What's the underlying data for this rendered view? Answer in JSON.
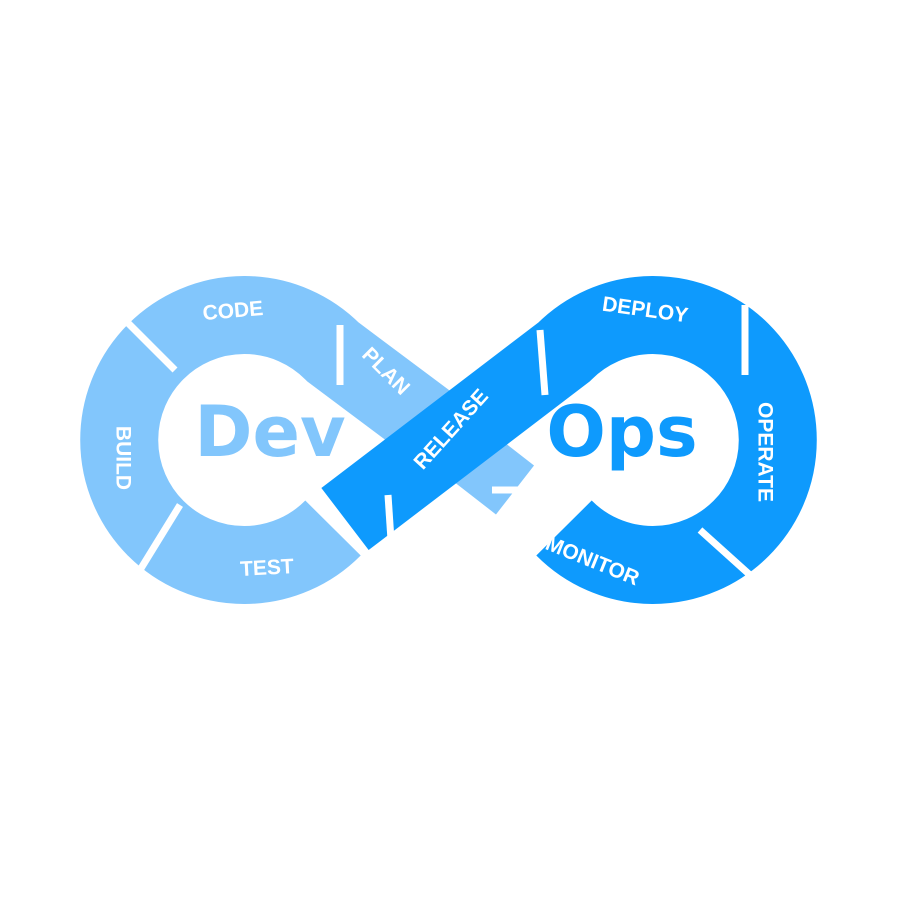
{
  "colors": {
    "dev": "#82c6fc",
    "ops": "#0e9afd",
    "background": "#ffffff"
  },
  "dev_title": "Dev",
  "ops_title": "Ops",
  "dev_stages": {
    "plan": "PLAN",
    "code": "CODE",
    "build": "BUILD",
    "test": "TEST"
  },
  "release": "RELEASE",
  "ops_stages": {
    "deploy": "DEPLOY",
    "operate": "OPERATE",
    "monitor": "MONITOR"
  }
}
